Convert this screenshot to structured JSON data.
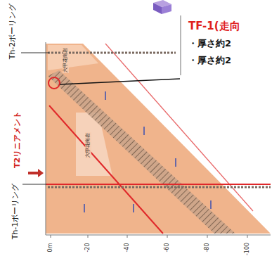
{
  "diagram": {
    "nodes": [
      {
        "text": [
          "TF-1(走向",
          "・厚さ約2",
          "・厚さ約2"
        ]
      }
    ],
    "labels": [
      "Th-2ボーリング",
      "T2リニアメント",
      "Th-1ボーリング",
      "0m",
      "-20",
      "-40",
      "-60",
      "-80",
      "-100",
      "六甲花崗岩",
      "六甲花崗岩"
    ]
  }
}
